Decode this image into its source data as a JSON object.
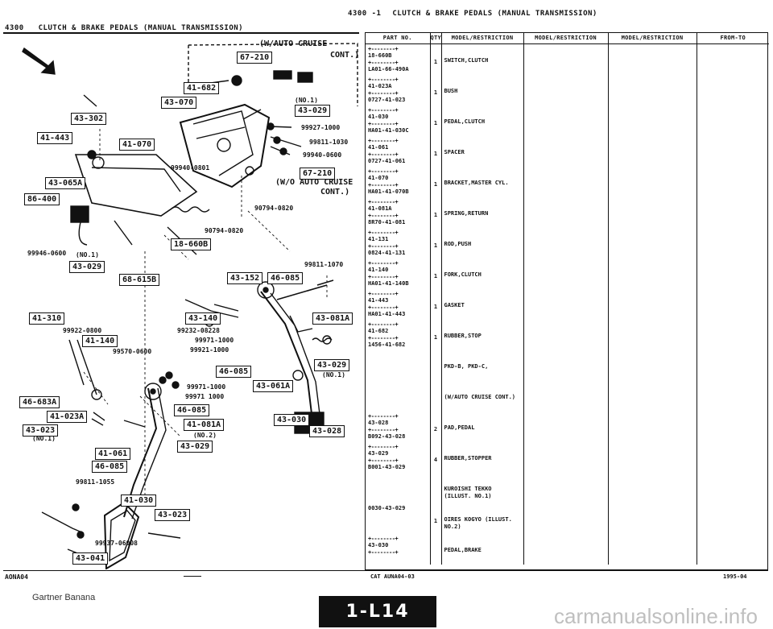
{
  "header": {
    "left_code": "4300",
    "left_title": "CLUTCH & BRAKE PEDALS (MANUAL TRANSMISSION)",
    "right_code": "4300 -1",
    "right_title": "CLUTCH & BRAKE PEDALS (MANUAL TRANSMISSION)"
  },
  "diagram": {
    "refs": [
      "67-210",
      "41-682",
      "43-070",
      "43-029",
      "43-302",
      "41-443",
      "41-070",
      "67-210",
      "43-065A",
      "86-400",
      "18-660B",
      "43-029",
      "68-615B",
      "43-152",
      "46-085",
      "41-310",
      "41-140",
      "43-140",
      "43-081A",
      "46-085",
      "43-029",
      "43-061A",
      "46-683A",
      "41-023A",
      "46-085",
      "41-081A",
      "43-029",
      "43-023",
      "41-061",
      "46-085",
      "41-030",
      "43-023",
      "43-041",
      "43-030",
      "43-028"
    ],
    "labels": [
      "(W/AUTO CRUISE",
      "CONT.)",
      "(NO.1)",
      "99927-1000",
      "99811-1030",
      "99940-0600",
      "99940-0801",
      "(W/O AUTO CRUISE",
      "CONT.)",
      "90794-0820",
      "90794-0820",
      "99946-0600",
      "(NO.1)",
      "99811-1070",
      "99922-0800",
      "99570-0600",
      "99232-08228",
      "99971-1000",
      "99921-1000",
      "(NO.1)",
      "99971-1000",
      "99971 1000",
      "(NO.1)",
      "(NO.2)",
      "99811-1055",
      "99937-06008"
    ]
  },
  "table": {
    "headers": [
      "PART NO.",
      "QTY",
      "MODEL/RESTRICTION",
      "MODEL/RESTRICTION",
      "MODEL/RESTRICTION",
      "FROM-TO"
    ],
    "rows": [
      {
        "ref": "18-660B",
        "part": "LA01-66-490A",
        "qty": "1",
        "name": "SWITCH,CLUTCH"
      },
      {
        "ref": "41-023A",
        "part": "0727-41-023",
        "qty": "1",
        "name": "BUSH"
      },
      {
        "ref": "41-030",
        "part": "HA01-41-030C",
        "qty": "1",
        "name": "PEDAL,CLUTCH"
      },
      {
        "ref": "41-061",
        "part": "0727-41-061",
        "qty": "1",
        "name": "SPACER"
      },
      {
        "ref": "41-070",
        "part": "HA01-41-070B",
        "qty": "1",
        "name": "BRACKET,MASTER CYL."
      },
      {
        "ref": "41-081A",
        "part": "8R70-41-081",
        "qty": "1",
        "name": "SPRING,RETURN"
      },
      {
        "ref": "41-131",
        "part": "0824-41-131",
        "qty": "1",
        "name": "ROD,PUSH"
      },
      {
        "ref": "41-140",
        "part": "HA01-41-140B",
        "qty": "1",
        "name": "FORK,CLUTCH"
      },
      {
        "ref": "41-443",
        "part": "HA01-41-443",
        "qty": "1",
        "name": "GASKET"
      },
      {
        "ref": "41-682",
        "part": "1456-41-682",
        "qty": "1",
        "name": "RUBBER,STOP"
      },
      {
        "ref": "",
        "part": "",
        "qty": "",
        "name": "PKD-B, PKD-C,"
      },
      {
        "ref": "",
        "part": "",
        "qty": "",
        "name": "(W/AUTO CRUISE CONT.)"
      },
      {
        "ref": "43-028",
        "part": "B092-43-028",
        "qty": "2",
        "name": "PAD,PEDAL"
      },
      {
        "ref": "43-029",
        "part": "B001-43-029",
        "qty": "4",
        "name": "RUBBER,STOPPER"
      },
      {
        "ref": "",
        "part": "",
        "qty": "",
        "name": "KUROISHI TEKKO (ILLUST. NO.1)"
      },
      {
        "ref": "",
        "part": "0030-43-029",
        "qty": "1",
        "name": "OIRES KOGYO (ILLUST. NO.2)"
      },
      {
        "ref": "43-030",
        "part": "",
        "qty": "",
        "name": "PEDAL,BRAKE"
      }
    ]
  },
  "footer": {
    "left": "AONA04",
    "mid": "CAT AUNA04-03",
    "right": "1995-04",
    "watermark": "Gartner Banana",
    "page_badge": "1-L14",
    "site": "carmanualsonline.info"
  }
}
